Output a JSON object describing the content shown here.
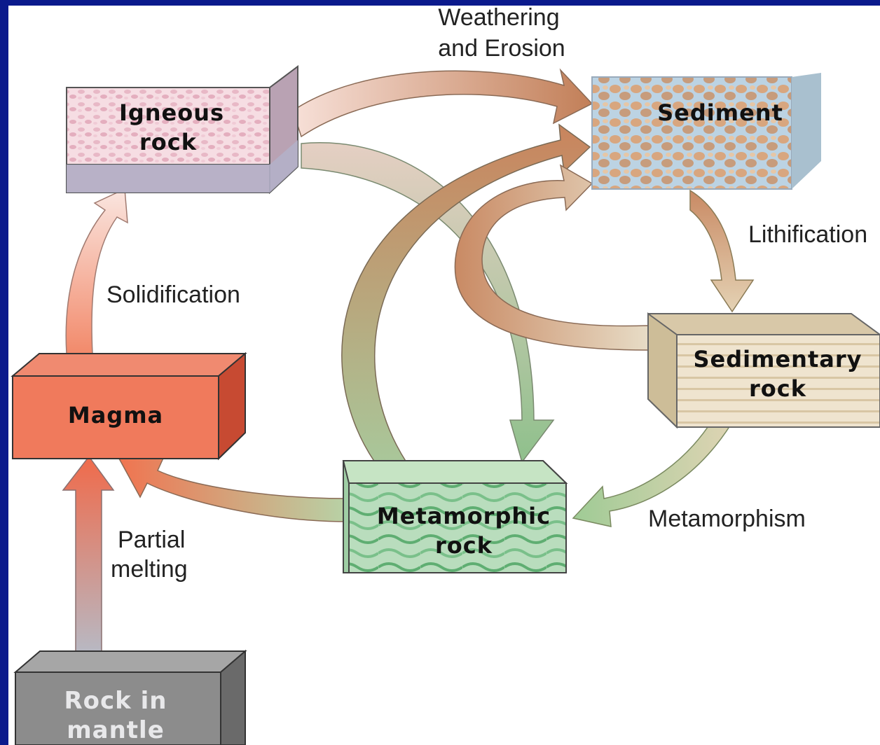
{
  "boxes": {
    "igneous": [
      "Igneous",
      "rock"
    ],
    "sediment": [
      "Sediment"
    ],
    "sedimentary": [
      "Sedimentary",
      "rock"
    ],
    "magma": [
      "Magma"
    ],
    "metamorphic": [
      "Metamorphic",
      "rock"
    ],
    "mantle": [
      "Rock in",
      "mantle"
    ]
  },
  "processes": {
    "weathering": [
      "Weathering",
      "and Erosion"
    ],
    "lithification": "Lithification",
    "solidification": "Solidification",
    "metamorphism": "Metamorphism",
    "partial_melting": [
      "Partial",
      "melting"
    ]
  },
  "colors": {
    "background": "#0b1a8c",
    "igneous": "#f3d6dd",
    "sediment": "#c9d6cf",
    "sedimentary": "#e8dcc4",
    "magma": "#f2704f",
    "metamorphic": "#a9d3ad",
    "mantle": "#8a8a8a",
    "arrow_brown": "#c98f6d",
    "arrow_green": "#a8c99f",
    "arrow_red": "#f08a6a"
  }
}
